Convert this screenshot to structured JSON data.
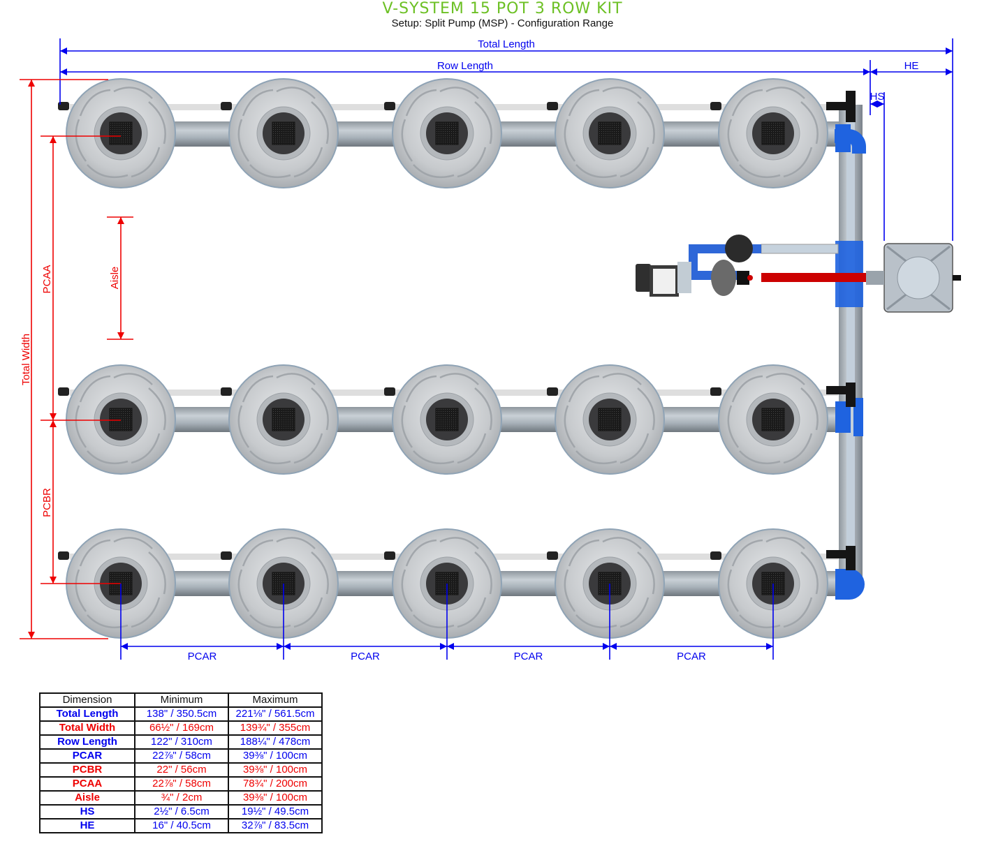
{
  "header": {
    "title": "V-SYSTEM 15 POT 3 ROW KIT",
    "subtitle": "Setup: Split Pump (MSP) - Configuration Range",
    "title_color": "#6cc024"
  },
  "diagram": {
    "rows": 3,
    "pots_per_row": 5,
    "dimension_labels": {
      "total_length": "Total Length",
      "row_length": "Row Length",
      "he": "HE",
      "hs": "HS",
      "total_width": "Total Width",
      "pcaa": "PCAA",
      "pcbr": "PCBR",
      "aisle": "Aisle",
      "pcar": [
        "PCAR",
        "PCAR",
        "PCAR",
        "PCAR"
      ]
    },
    "colors": {
      "blue_dim": "#0000ee",
      "red_dim": "#ee0000",
      "pipe_blue": "#1f63e0",
      "pipe_red": "#cc0000"
    }
  },
  "table": {
    "headers": [
      "Dimension",
      "Minimum",
      "Maximum"
    ],
    "rows": [
      {
        "name": "Total Length",
        "min": "138\" / 350.5cm",
        "max": "221⅛\" / 561.5cm",
        "color": "blue"
      },
      {
        "name": "Total Width",
        "min": "66½\" / 169cm",
        "max": "139¾\" / 355cm",
        "color": "red"
      },
      {
        "name": "Row Length",
        "min": "122\" / 310cm",
        "max": "188¼\" / 478cm",
        "color": "blue"
      },
      {
        "name": "PCAR",
        "min": "22⅞\" / 58cm",
        "max": "39⅜\" / 100cm",
        "color": "blue"
      },
      {
        "name": "PCBR",
        "min": "22\" / 56cm",
        "max": "39⅜\" / 100cm",
        "color": "red"
      },
      {
        "name": "PCAA",
        "min": "22⅞\" / 58cm",
        "max": "78¾\" / 200cm",
        "color": "red"
      },
      {
        "name": "Aisle",
        "min": "¾\" / 2cm",
        "max": "39⅜\" / 100cm",
        "color": "red"
      },
      {
        "name": "HS",
        "min": "2½\" / 6.5cm",
        "max": "19½\" / 49.5cm",
        "color": "blue"
      },
      {
        "name": "HE",
        "min": "16\" / 40.5cm",
        "max": "32⅞\" / 83.5cm",
        "color": "blue"
      }
    ]
  }
}
